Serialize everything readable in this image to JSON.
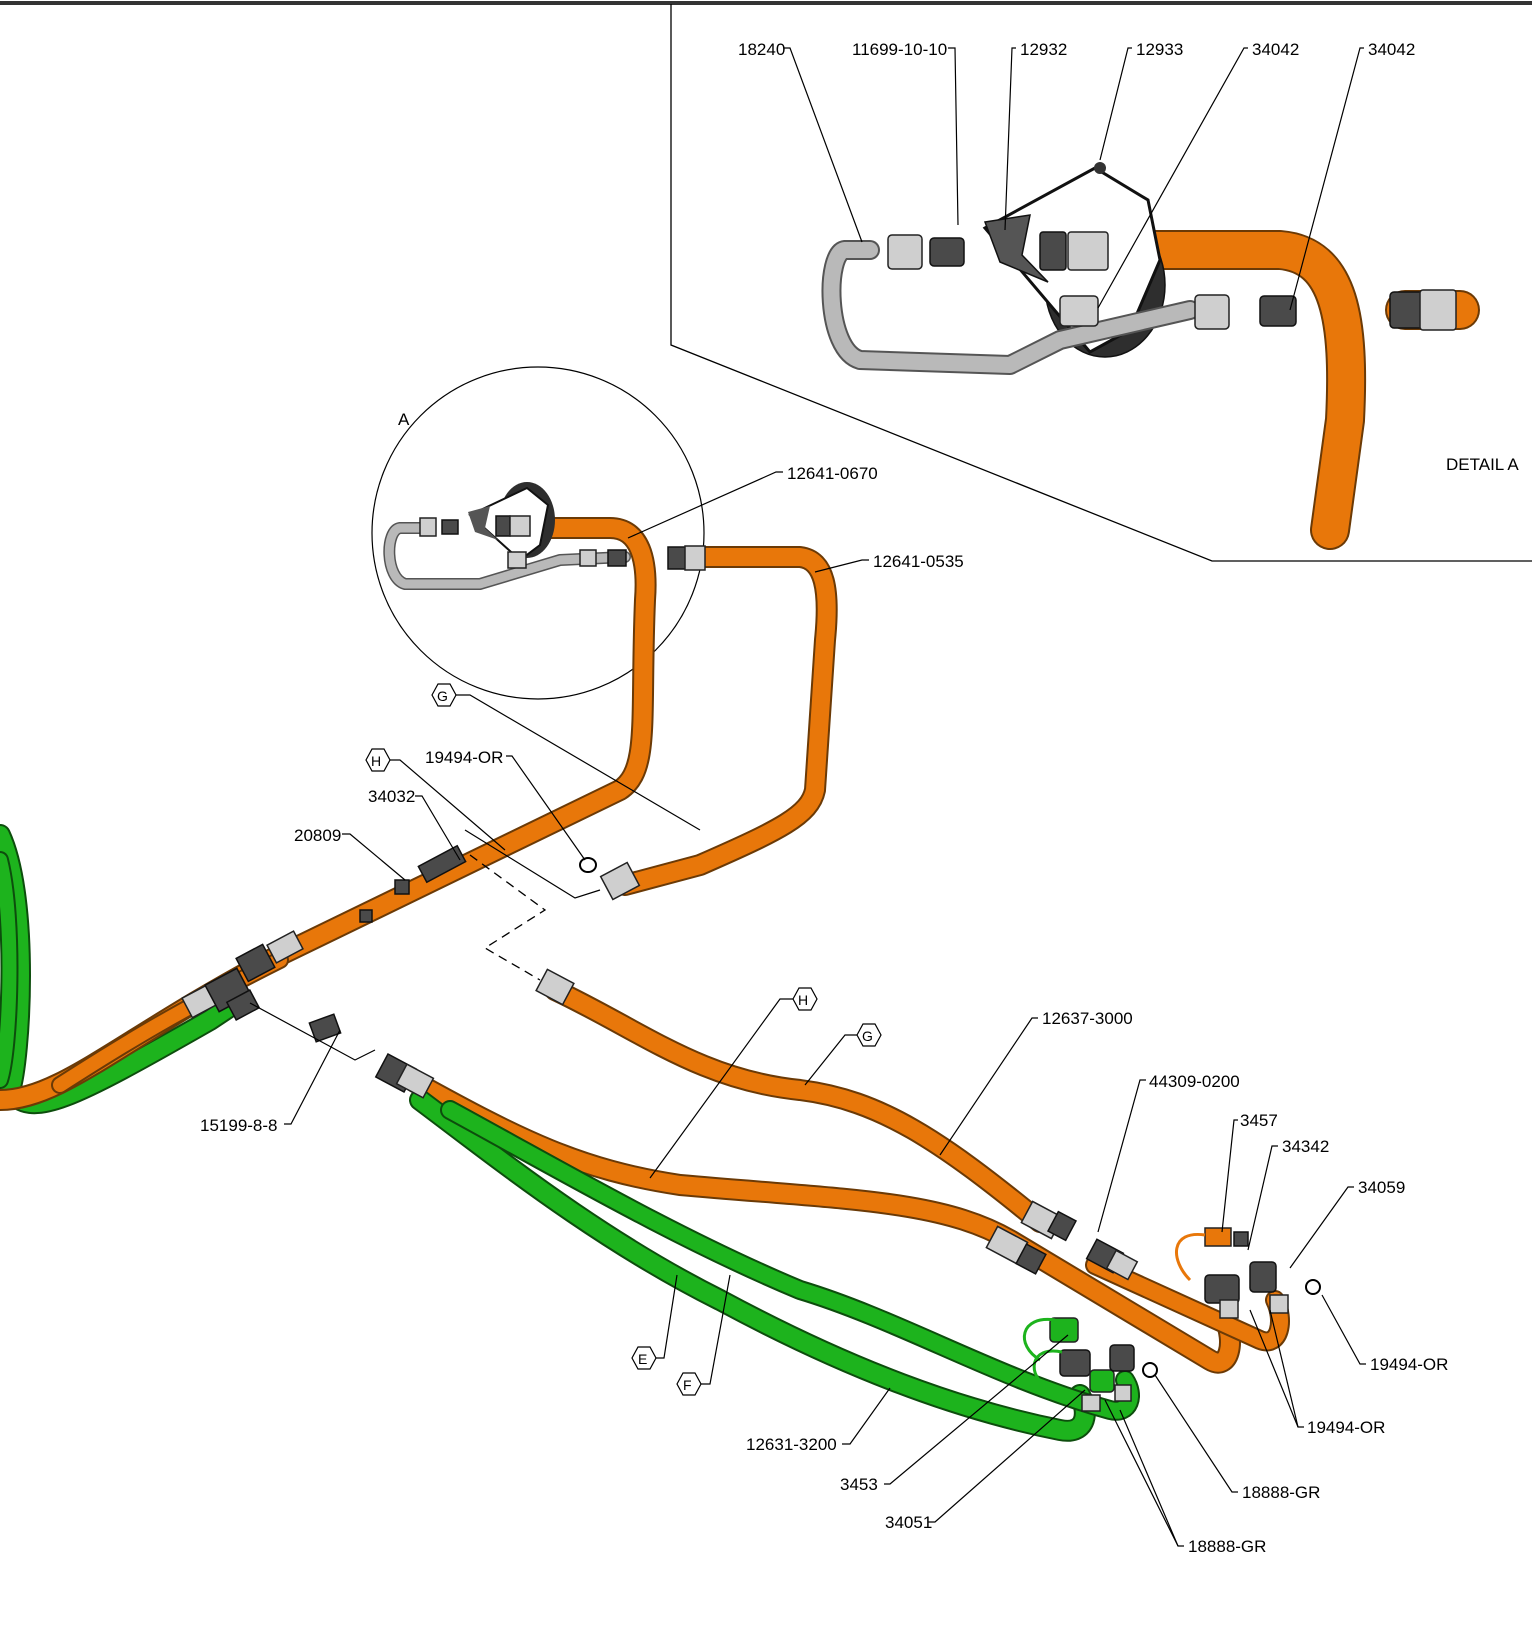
{
  "detail": {
    "caption": "DETAIL A",
    "labels": [
      "18240",
      "11699-10-10",
      "12932",
      "12933",
      "34042",
      "34042"
    ]
  },
  "detail_marker": "A",
  "parts": {
    "hose_12641_0670": "12641-0670",
    "hose_12641_0535": "12641-0535",
    "oring_upper": "19494-OR",
    "fitting_34032": "34032",
    "fitting_20809": "20809",
    "elbow_15199": "15199-8-8",
    "hose_12637_3000": "12637-3000",
    "hose_44309_0200": "44309-0200",
    "coupler_3457": "3457",
    "cap_34342": "34342",
    "elbow_34059": "34059",
    "oring_right_1": "19494-OR",
    "oring_right_2": "19494-OR",
    "hose_12631_3200": "12631-3200",
    "coupler_3453": "3453",
    "elbow_34051": "34051",
    "oring_gr_1": "18888-GR",
    "oring_gr_2": "18888-GR"
  },
  "hex_tags": {
    "g_upper": "G",
    "h_upper": "H",
    "h_lower": "H",
    "g_lower": "G",
    "e_tag": "E",
    "f_tag": "F"
  },
  "colors": {
    "hose_orange": "#e8770a",
    "hose_green": "#1db31d",
    "tube_grey": "#b9b9b9"
  }
}
